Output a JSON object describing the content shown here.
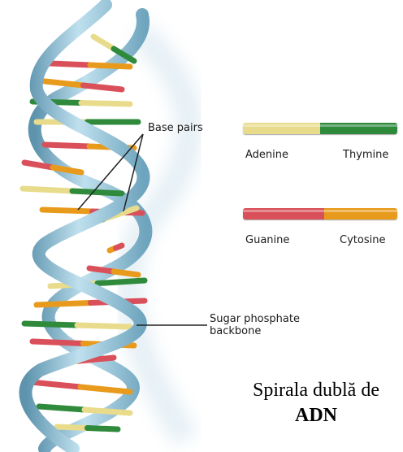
{
  "labels": {
    "base_pairs": "Base pairs",
    "sugar_phosphate_line1": "Sugar phosphate",
    "sugar_phosphate_line2": "backbone"
  },
  "legend": [
    {
      "left": "Adenine",
      "right": "Thymine",
      "left_color": "#e8dc8c",
      "right_color": "#2f8a3c"
    },
    {
      "left": "Guanine",
      "right": "Cytosine",
      "left_color": "#d9505a",
      "right_color": "#e89a1c"
    }
  ],
  "caption": {
    "line1": "Spirala dublă de",
    "line2": "ADN"
  },
  "colors": {
    "backbone": "#8fc3dc",
    "backbone_dark": "#5d93ad",
    "adenine": "#e8dc8c",
    "thymine": "#2f8a3c",
    "guanine": "#d9505a",
    "cytosine": "#e89a1c"
  }
}
